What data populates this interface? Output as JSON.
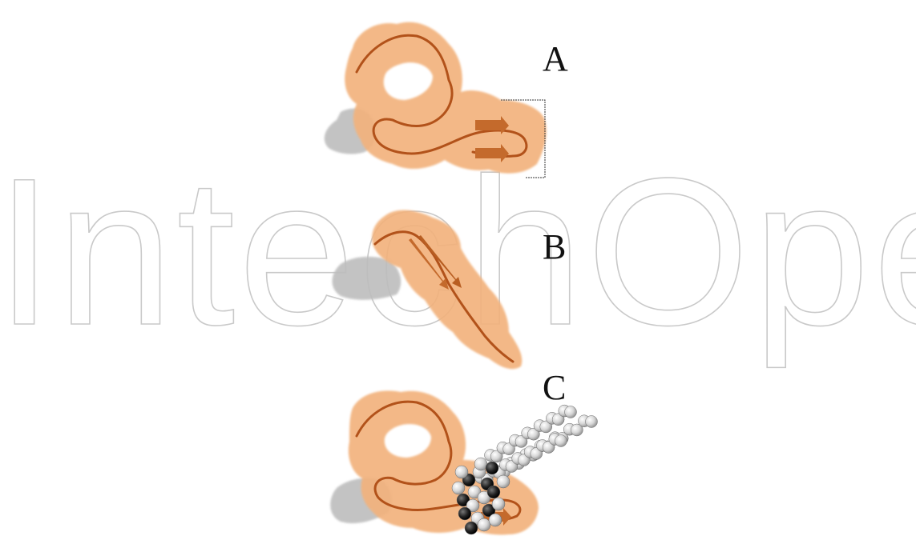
{
  "figure": {
    "panels": [
      {
        "label": "A",
        "content": "protein-surface-with-loop-and-beta-strands"
      },
      {
        "label": "B",
        "content": "protein-surface-with-beta-hairpin"
      },
      {
        "label": "C",
        "content": "protein-surface-with-bound-lipid"
      }
    ]
  },
  "watermark": {
    "text": "IntechOpen"
  },
  "colors": {
    "protein_surface": "#f2b27d",
    "protein_ribbon": "#b2521a",
    "partner_surface": "#bdbdbd",
    "lipid_light_atoms": "#d9d9d9",
    "lipid_dark_atoms": "#1e1e1e",
    "watermark_stroke": "#c9c9c9",
    "label_text": "#111111"
  }
}
